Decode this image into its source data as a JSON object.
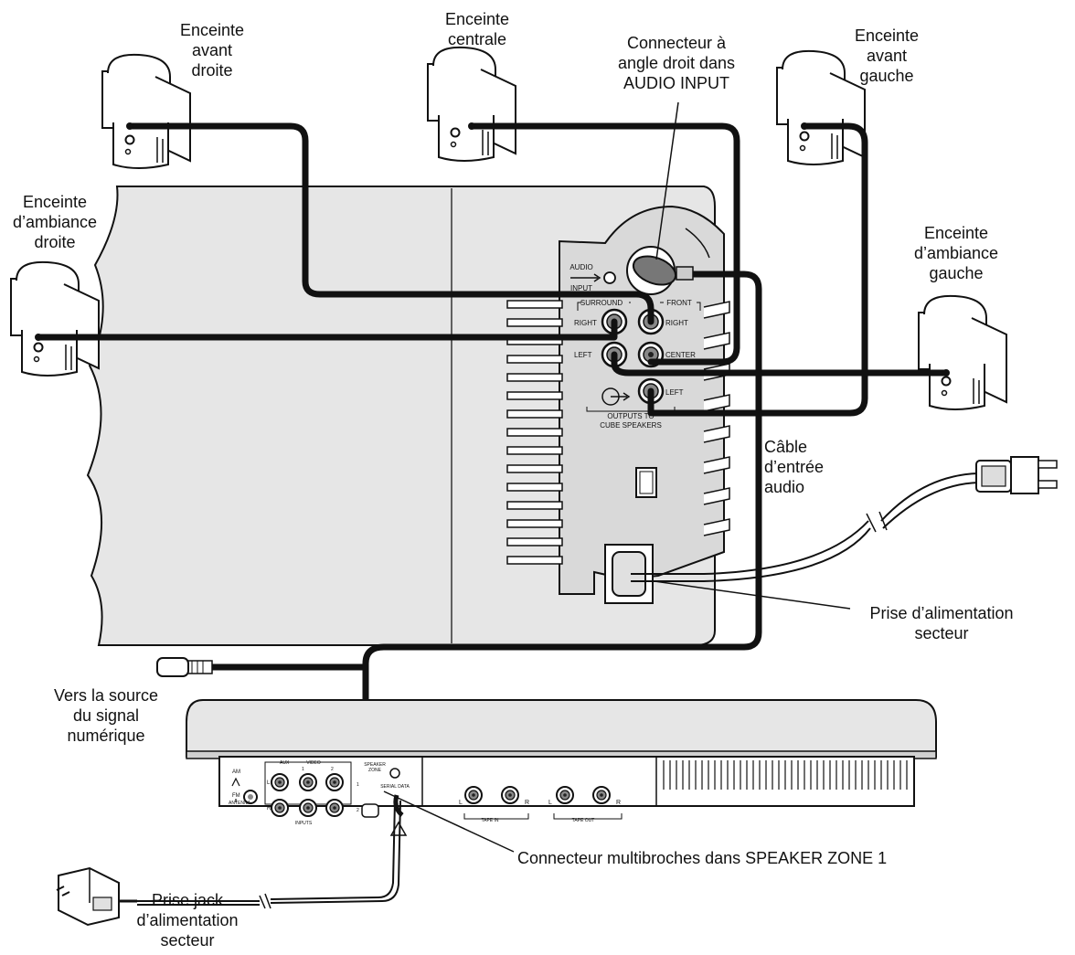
{
  "labels": {
    "front_right": [
      "Enceinte",
      "avant",
      "droite"
    ],
    "center": [
      "Enceinte",
      "centrale"
    ],
    "right_angle": [
      "Connecteur à",
      "angle droit dans",
      "AUDIO INPUT"
    ],
    "front_left": [
      "Enceinte",
      "avant",
      "gauche"
    ],
    "surround_right": [
      "Enceinte",
      "d’ambiance",
      "droite"
    ],
    "surround_left": [
      "Enceinte",
      "d’ambiance",
      "gauche"
    ],
    "audio_cable": [
      "Câble",
      "d’entrée",
      "audio"
    ],
    "ac_outlet": [
      "Prise d’alimentation",
      "secteur"
    ],
    "digital_source": [
      "Vers la source",
      "du signal",
      "numérique"
    ],
    "multipin": [
      "Connecteur multibroches dans SPEAKER ZONE 1"
    ],
    "power_jack": [
      "Prise jack",
      "d’alimentation",
      "secteur"
    ]
  },
  "panel": {
    "audio": "AUDIO",
    "input": "INPUT",
    "surround": "SURROUND",
    "front": "FRONT",
    "right": "RIGHT",
    "left": "LEFT",
    "center": "CENTER",
    "outputs_to": "OUTPUTS TO",
    "cube_speakers": "CUBE SPEAKERS"
  },
  "console": {
    "am": "AM",
    "fm": "FM",
    "antenna": "ANTENNA",
    "aux": "AUX",
    "video": "VIDEO",
    "v1": "1",
    "v2": "2",
    "l": "L",
    "r": "R",
    "inputs": "INPUTS",
    "speaker": "SPEAKER",
    "zone": "ZONE",
    "z1": "1",
    "z2": "2",
    "serial_data": "SERIAL DATA",
    "tape_in": "TAPE IN",
    "tape_out": "TAPE OUT"
  }
}
